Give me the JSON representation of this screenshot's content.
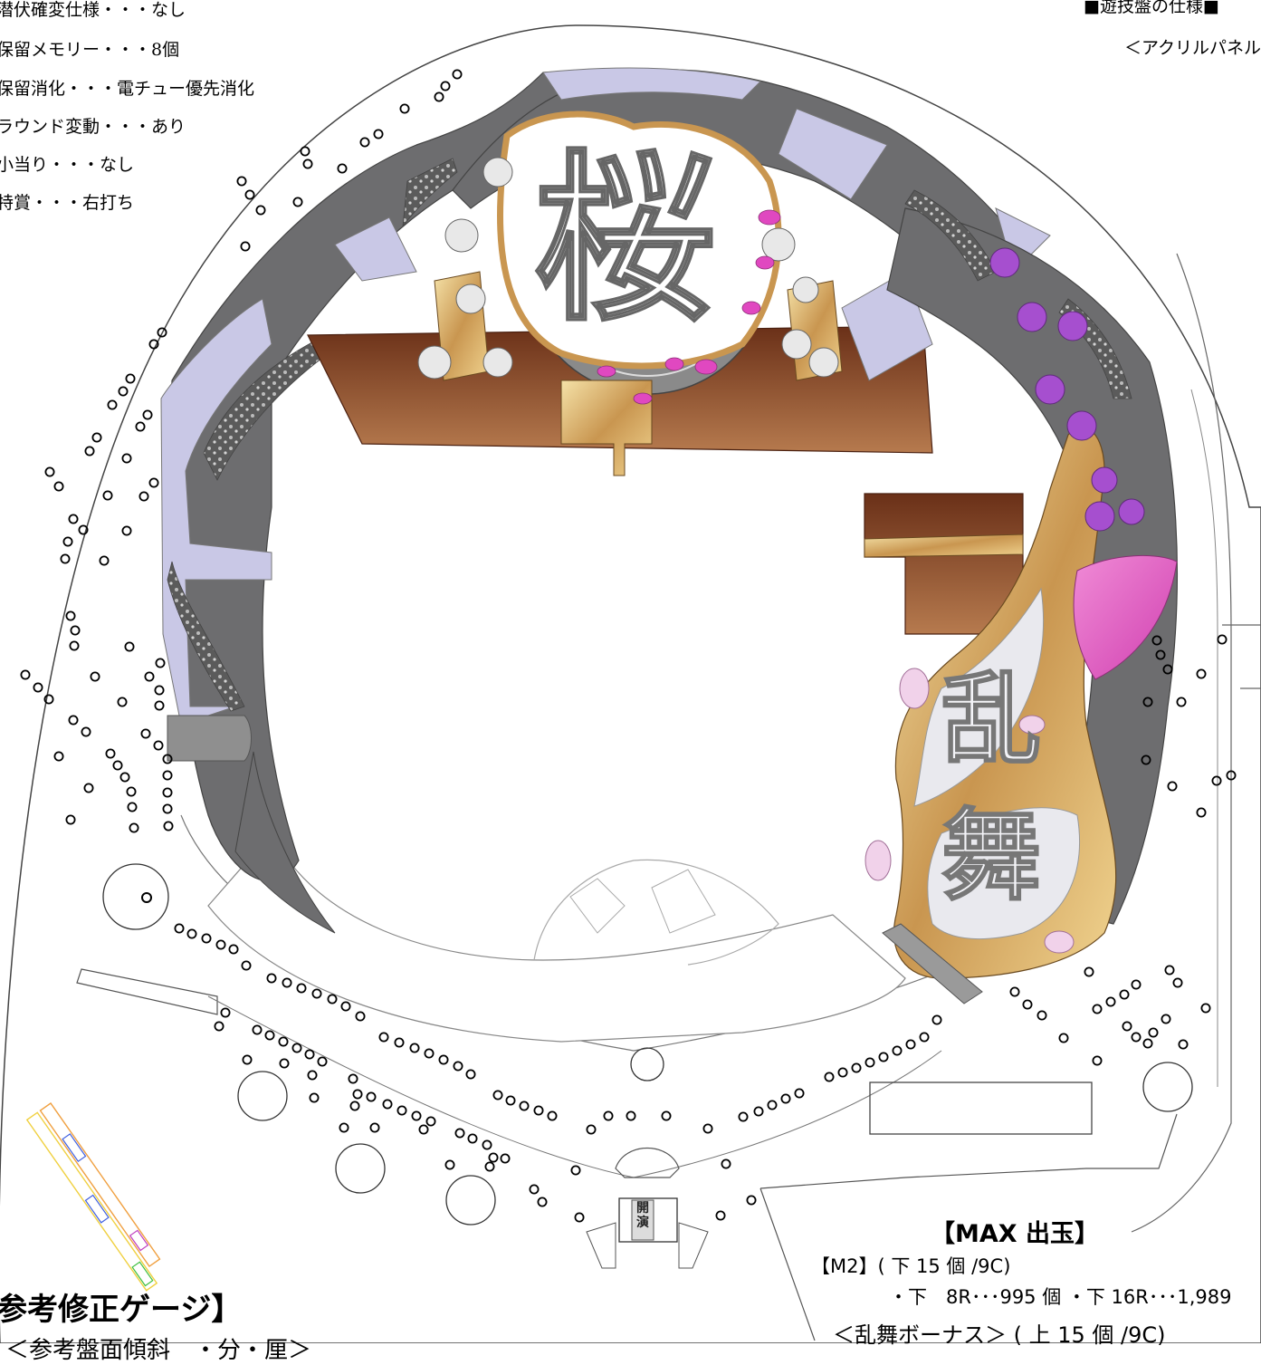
{
  "specs": [
    "潜伏確変仕様・・・なし",
    "保留メモリー・・・8個",
    "保留消化・・・電チュー優先消化",
    "ラウンド変動・・・あり",
    "小当り・・・なし",
    "特賞・・・右打ち"
  ],
  "board_spec": {
    "title": "■遊技盤の仕様■",
    "subtitle": "＜アクリルパネル"
  },
  "gauge": {
    "title": "参考修正ゲージ】",
    "subtitle": "＜参考盤面傾斜　・分・厘＞"
  },
  "payout": {
    "title": "【MAX 出玉】",
    "m2": "【M2】( 下 15 個 /9C)",
    "m2_detail": "・下　8R･･･995 個 ・下 16R･･･1,989",
    "bonus": "＜乱舞ボーナス＞ ( 上 15 個 /9C)"
  },
  "logo_text": {
    "sakura": "桜",
    "ranbu": "乱舞",
    "kaien": "開演"
  },
  "colors": {
    "dark_ribbon": "#6d6d6f",
    "light_ribbon": "#c9c8e6",
    "wood": "#8c4a2a",
    "gold": "#d8b269",
    "pink": "#e048c0",
    "purple_flower": "#a64fcf"
  }
}
